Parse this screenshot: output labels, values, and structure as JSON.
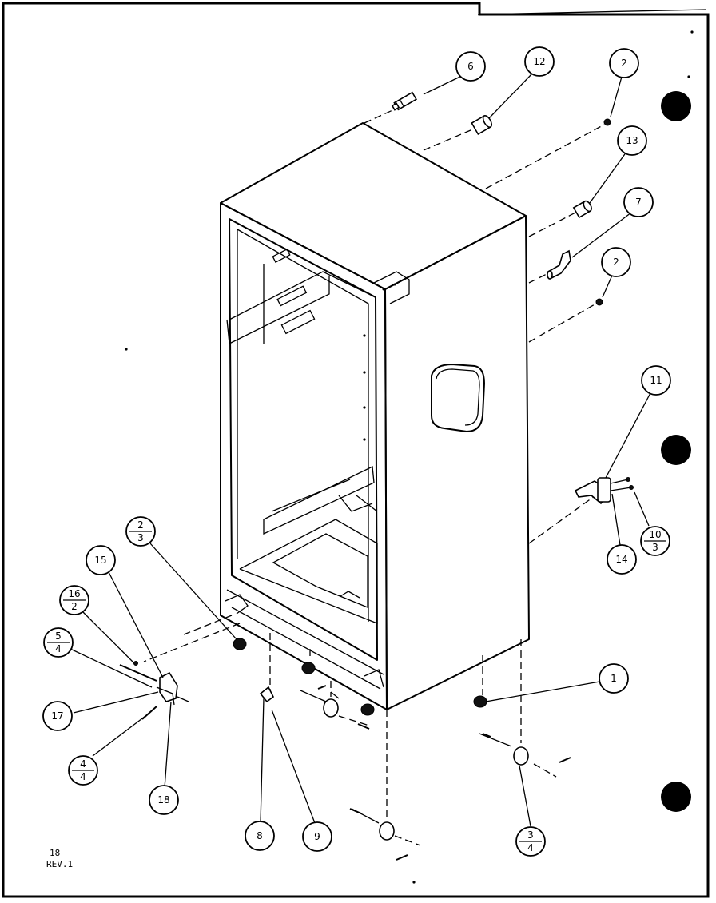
{
  "callouts": {
    "c1": "1",
    "c2a": "2",
    "c2b": "2",
    "c2_3_top": "2",
    "c2_3_bot": "3",
    "c3_4_top": "3",
    "c3_4_bot": "4",
    "c4_4_top": "4",
    "c4_4_bot": "4",
    "c5_4_top": "5",
    "c5_4_bot": "4",
    "c6": "6",
    "c7": "7",
    "c8": "8",
    "c9": "9",
    "c10_3_top": "10",
    "c10_3_bot": "3",
    "c11": "11",
    "c12": "12",
    "c13": "13",
    "c14": "14",
    "c15": "15",
    "c16_2_top": "16",
    "c16_2_bot": "2",
    "c17": "17",
    "c18": "18"
  },
  "footer": {
    "line1": "18",
    "line2": "REV.1"
  },
  "icons": [
    "refrigerator-cabinet",
    "hinge-bracket",
    "leveling-foot",
    "roller",
    "screw"
  ]
}
